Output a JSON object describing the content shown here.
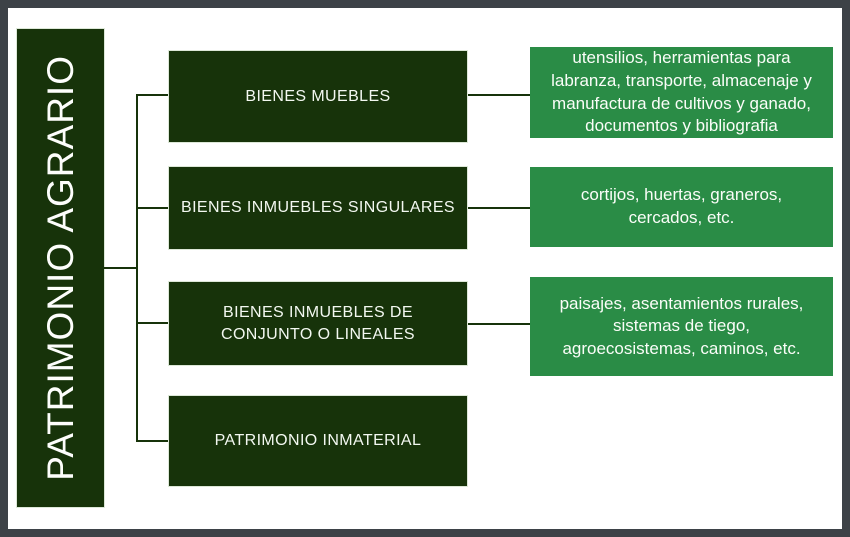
{
  "diagram": {
    "root_label": "PATRIMONIO AGRARIO",
    "categories": [
      {
        "label": "BIENES MUEBLES",
        "description": "utensilios, herramientas para\nlabranza, transporte, almacenaje y\nmanufactura de cultivos y ganado,\ndocumentos y bibliografia"
      },
      {
        "label": "BIENES INMUEBLES SINGULARES",
        "description": "cortijos, huertas, graneros,\ncercados, etc."
      },
      {
        "label": "BIENES INMUEBLES DE\nCONJUNTO O LINEALES",
        "description": "paisajes, asentamientos rurales,\nsistemas de tiego,\nagroecosistemas, caminos, etc."
      },
      {
        "label": "PATRIMONIO INMATERIAL"
      }
    ],
    "colors": {
      "dark_green": "#17330a",
      "light_green": "#2a8c46",
      "frame_gray": "#3d4247",
      "connector": "#17330a",
      "text_light": "#f3f8f1"
    }
  }
}
